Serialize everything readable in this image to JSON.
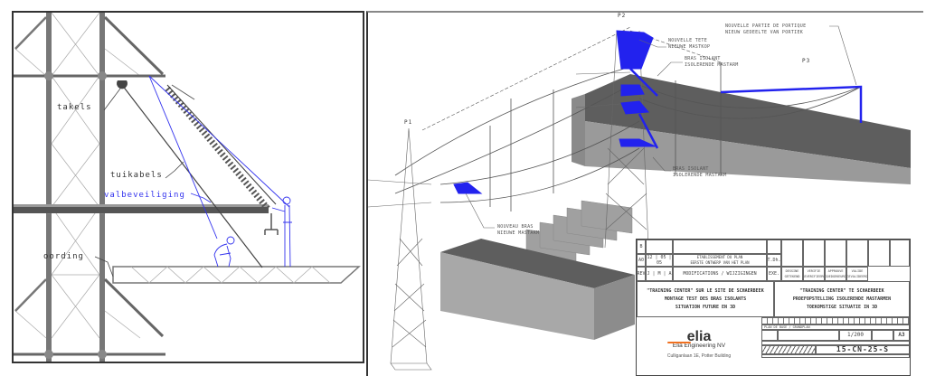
{
  "left_panel": {
    "labels": {
      "takels": "takels",
      "tuikabels": "tuikabels",
      "valbeveiliging": "valbeveiliging",
      "oording": "oording"
    },
    "colors": {
      "structure": "#555555",
      "safety": "#3333ee"
    }
  },
  "right_panel": {
    "pylon_tags": {
      "p1": "P1",
      "p2": "P2",
      "p3": "P3"
    },
    "annotations": {
      "nouvelle_tete": [
        "NOUVELLE TETE",
        "NIEUWE MASTKOP"
      ],
      "bras_isolant_top": [
        "BRAS ISOLANT",
        "ISOLERENDE MASTARM"
      ],
      "nouvelle_partie": [
        "NOUVELLE PARTIE DE PORTIQUE",
        "NIEUW GEDEELTE VAN PORTIEK"
      ],
      "bras_isolant_bottom": [
        "BRAS ISOLANT",
        "ISOLERENDE MASTARM"
      ],
      "nouveau_bras": [
        "NOUVEAU BRAS",
        "NIEUWE MASTARM"
      ]
    },
    "colors": {
      "highlight": "#2222ee",
      "building_top": "#5e5e5e",
      "building_side": "#9a9a9a",
      "building_front": "#a8a8a8"
    }
  },
  "title_block": {
    "revision_rows": [
      {
        "rev": "B",
        "date": "",
        "desc": "",
        "by": ""
      },
      {
        "rev": "A0",
        "date": "12 | 05 | 05",
        "desc": "ETABLISSEMENT DU PLAN\nEERSTE ONTWERP VAN HET PLAN",
        "by": "T.Dh."
      },
      {
        "rev": "REV",
        "date": "J | M | A",
        "desc": "MODIFICATIONS / WIJZIGINGEN",
        "by": "EXE."
      }
    ],
    "sign_headers": [
      "DESSINE\nGETEKEND",
      "VERIFIE\nGEVERIFIEERD",
      "APPROUVE\nGOEDGEKEURD",
      "VALIDE\nGEVALIDEERD"
    ],
    "title_fr": [
      "\"TRAINING CENTER\" SUR LE SITE DE SCHAERBEEK",
      "MONTAGE TEST DES BRAS ISOLANTS",
      "SITUATION FUTURE EN 3D"
    ],
    "title_nl": [
      "\"TRAINING CENTER\" TE SCHAERBEEK",
      "PROEFOPSTELLING ISOLERENDE MASTARMEN",
      "TOEKOMSTIGE SITUATIE IN 3D"
    ],
    "company": {
      "logo": "elia",
      "name": "Elia Engineering NV",
      "address": "Culliganlaan 1E, Potter Building"
    },
    "plan_label": "PLAN DE BASE / GRONDPLAN",
    "scale": "1/200",
    "format": "A3",
    "drawing_number": "15-CN-25-S"
  }
}
